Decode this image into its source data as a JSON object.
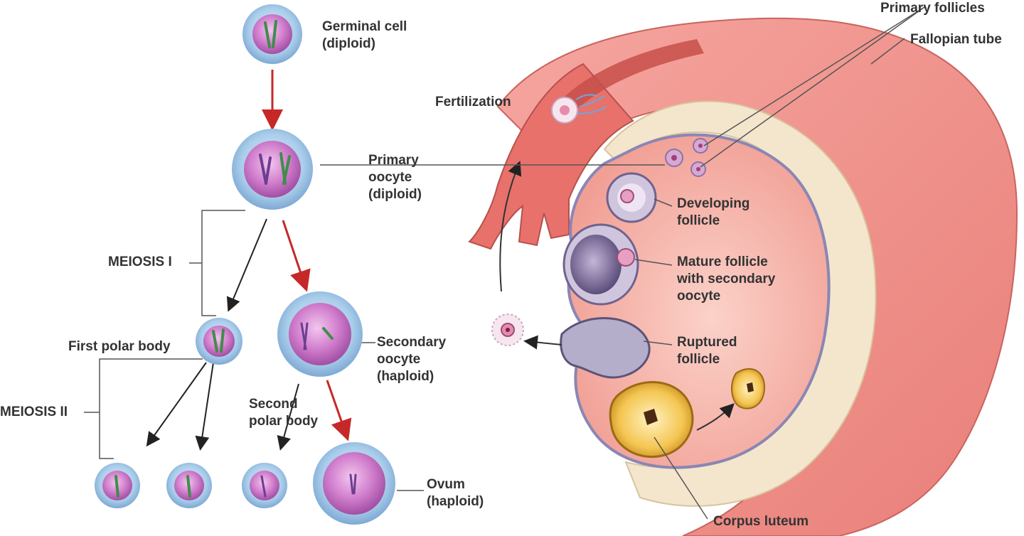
{
  "labels": {
    "germinal_cell": [
      "Germinal cell",
      "(diploid)"
    ],
    "primary_oocyte": [
      "Primary",
      "oocyte",
      "(diploid)"
    ],
    "meiosis_1": "MEIOSIS I",
    "first_polar_body": "First polar body",
    "meiosis_2": "MEIOSIS II",
    "secondary_oocyte": [
      "Secondary",
      "oocyte",
      "(haploid)"
    ],
    "second_polar_body": [
      "Second",
      "polar body"
    ],
    "ovum": [
      "Ovum",
      "(haploid)"
    ],
    "fertilization": "Fertilization",
    "primary_follicles": "Primary follicles",
    "fallopian_tube": "Fallopian tube",
    "developing_follicle": [
      "Developing",
      "follicle"
    ],
    "mature_follicle": [
      "Mature follicle",
      "with secondary",
      "oocyte"
    ],
    "ruptured_follicle": [
      "Ruptured",
      "follicle"
    ],
    "corpus_luteum": "Corpus  luteum"
  },
  "colors": {
    "cell_outer": "#9ec4e6",
    "cell_inner": "#c86fc4",
    "arrow_main": "#c62828",
    "arrow_side": "#222222",
    "tube": "#ee8a86",
    "ovary": "#f6b3a8",
    "corpus_luteum": "#f2c24a"
  }
}
